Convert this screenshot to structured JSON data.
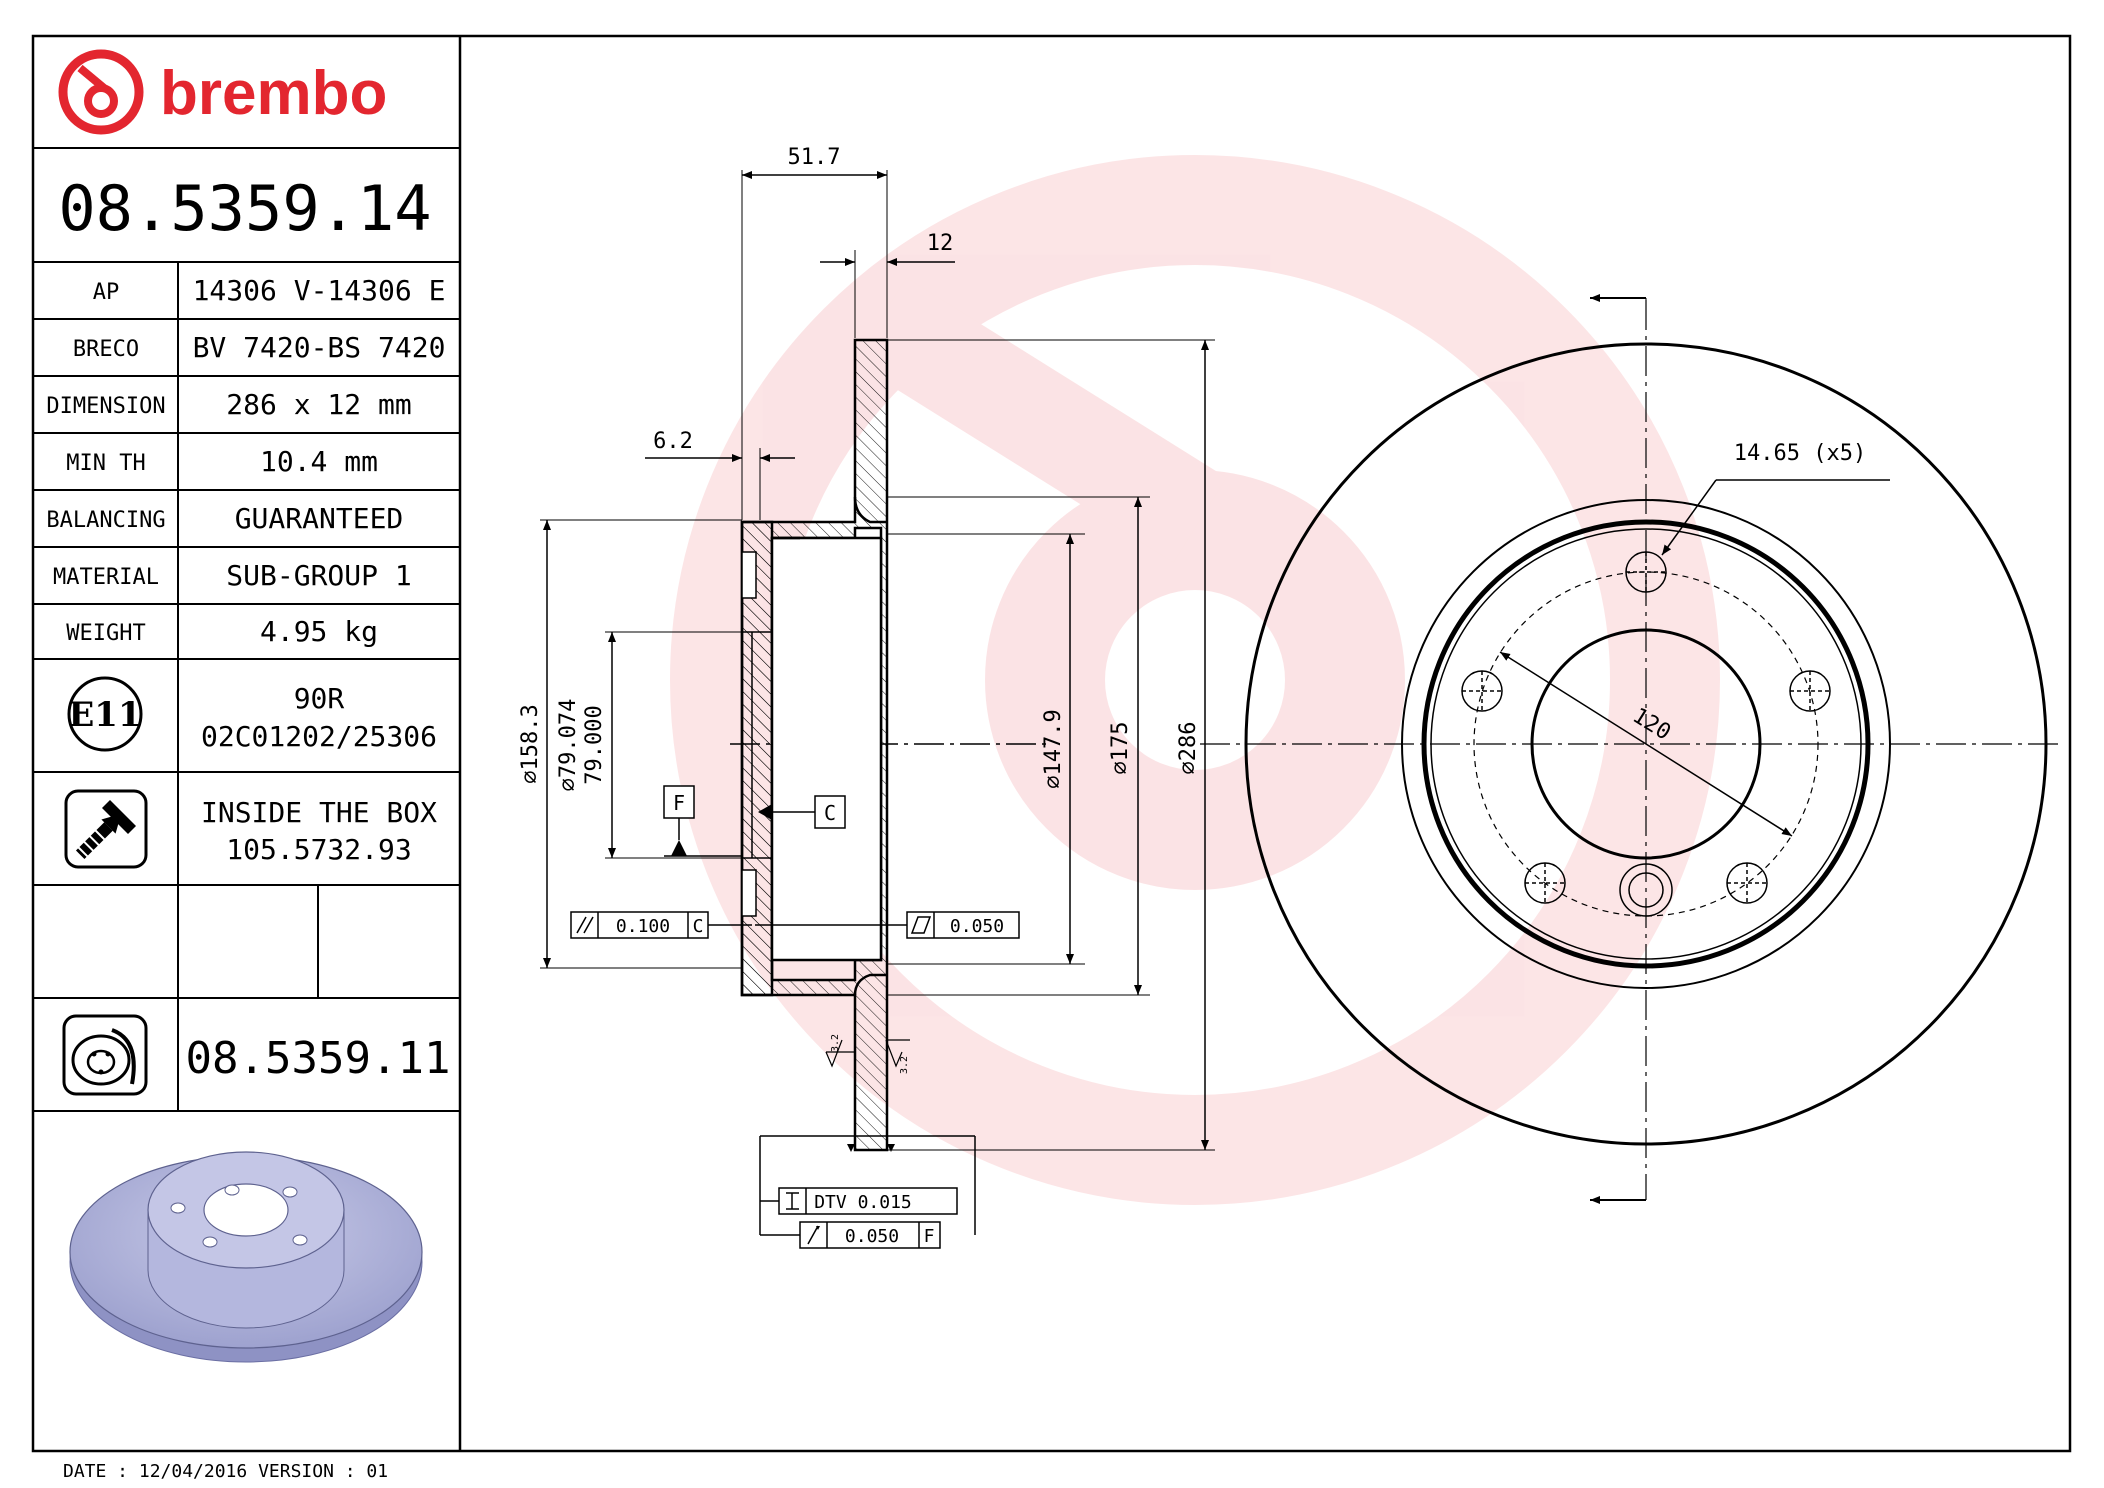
{
  "brand": {
    "name": "brembo",
    "color": "#e3262f"
  },
  "part_number": "08.5359.14",
  "specs": [
    {
      "label": "AP",
      "value": "14306 V-14306 E"
    },
    {
      "label": "BRECO",
      "value": "BV 7420-BS 7420"
    },
    {
      "label": "DIMENSION",
      "value": "286 x 12 mm"
    },
    {
      "label": "MIN TH",
      "value": "10.4 mm"
    },
    {
      "label": "BALANCING",
      "value": "GUARANTEED"
    },
    {
      "label": "MATERIAL",
      "value": "SUB-GROUP 1"
    },
    {
      "label": "WEIGHT",
      "value": "4.95 kg"
    }
  ],
  "homologation": {
    "mark": "E11",
    "line1": "90R",
    "line2": "02C01202/25306"
  },
  "screws": {
    "icon": "screw-icon",
    "line1": "INSIDE THE BOX",
    "line2": "105.5732.93"
  },
  "related_part": {
    "icon": "disc-drum-icon",
    "number": "08.5359.11"
  },
  "footer": {
    "date_line": "DATE : 12/04/2016 VERSION : 01"
  },
  "section_view": {
    "dim_overall_height": "51.7",
    "dim_thickness": "12",
    "dim_hat_wall": "6.2",
    "dia_158": "158.3",
    "dia_79a": "79.074",
    "dia_79b": "79.000",
    "dia_147": "147.9",
    "dia_175": "175",
    "dia_286": "286",
    "datum_f": "F",
    "datum_c": "C",
    "parallel_tol": "0.100",
    "parallel_ref": "C",
    "flatness_tol": "0.050",
    "dtv_label": "DTV 0.015",
    "runout_tol": "0.050",
    "runout_ref": "F",
    "roughness_1": "3.2",
    "roughness_2": "3.2"
  },
  "front_view": {
    "bolt_hole_label": "14.65 (x5)",
    "pcd_label": "120"
  }
}
